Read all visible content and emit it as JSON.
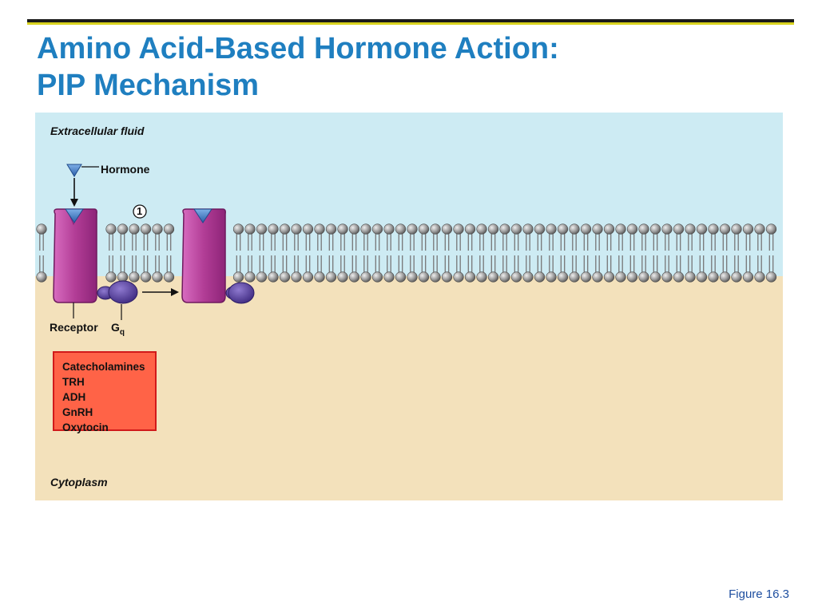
{
  "slide": {
    "title_line1": "Amino Acid-Based Hormone Action:",
    "title_line2": "PIP Mechanism",
    "figure_label": "Figure 16.3"
  },
  "diagram": {
    "extracellular_label": "Extracellular fluid",
    "cytoplasm_label": "Cytoplasm",
    "hormone_label": "Hormone",
    "receptor_label": "Receptor",
    "gprotein_label": "G",
    "gprotein_subscript": "q",
    "step_number": "1",
    "hormone_list": [
      "Catecholamines",
      "TRH",
      "ADH",
      "GnRH",
      "Oxytocin"
    ],
    "colors": {
      "extracellular": "#cdebf3",
      "cytoplasm": "#f3e1bb",
      "receptor": "#c0449f",
      "hormone": "#3f78bf",
      "g_protein": "#5a3e9a",
      "list_box": "#ff6347",
      "title": "#1f7fc0"
    }
  }
}
